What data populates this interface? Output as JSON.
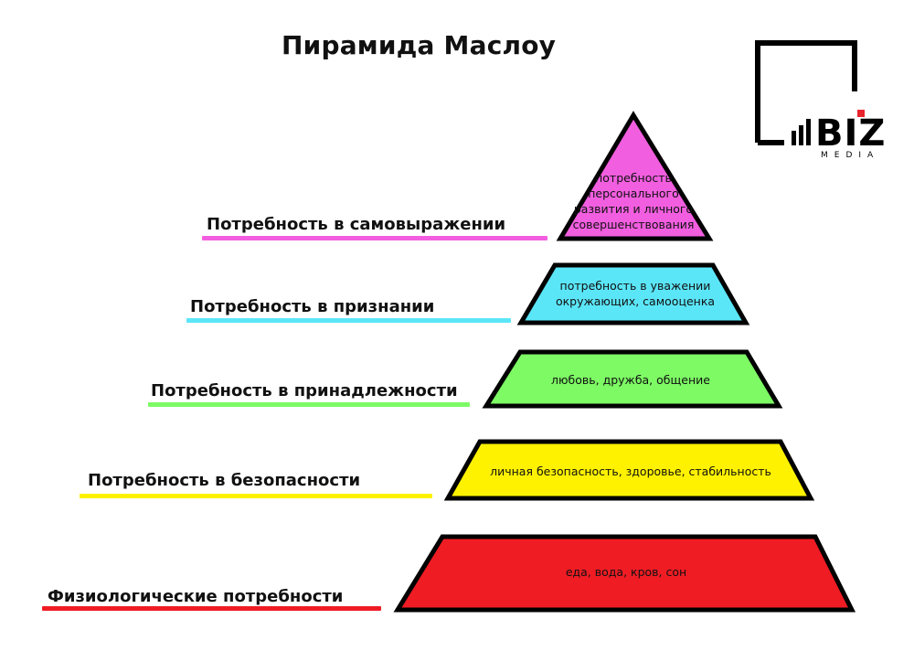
{
  "title": "Пирамида Маслоу",
  "logo": {
    "brand": "BIZ",
    "sub": "MEDIA"
  },
  "colors": {
    "self_actualization": "#f25ee0",
    "esteem": "#5be6f8",
    "belonging": "#7dfa64",
    "safety": "#fff200",
    "physiological": "#ef1c24",
    "logo_accent": "#e8242d"
  },
  "levels": [
    {
      "label": "Потребность в самовыражении",
      "text": "потребность персонального развития и личного совершенствования"
    },
    {
      "label": "Потребность в признании",
      "text": "потребность в уважении окружающих, самооценка"
    },
    {
      "label": "Потребность в принадлежности",
      "text": "любовь, дружба, общение"
    },
    {
      "label": "Потребность в безопасности",
      "text": "личная безопасность, здоровье, стабильность"
    },
    {
      "label": "Физиологические потребности",
      "text": "еда, вода, кров, сон"
    }
  ]
}
